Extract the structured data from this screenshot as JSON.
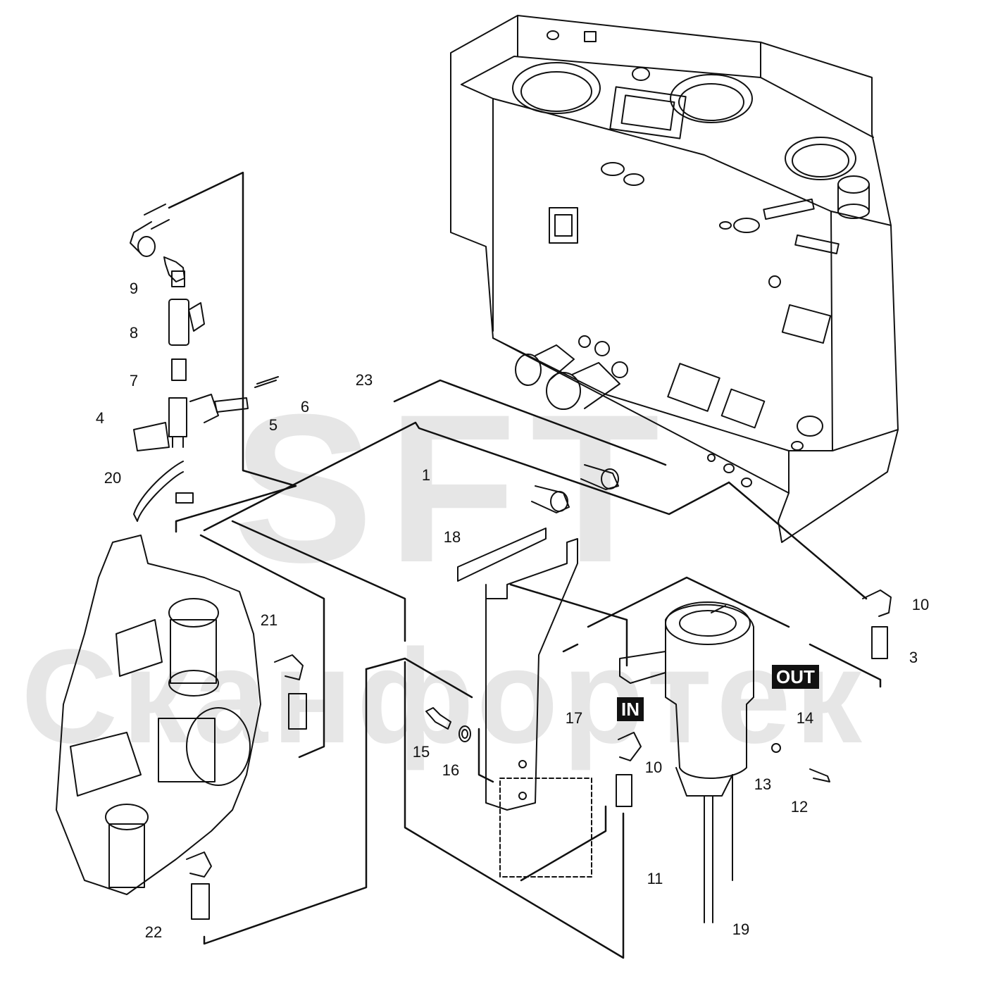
{
  "watermark": {
    "brand": "SFT",
    "brand_sub": "Сканфортек"
  },
  "flow_labels": {
    "in": "IN",
    "out": "OUT"
  },
  "callouts": [
    {
      "id": "1",
      "label": "1"
    },
    {
      "id": "3",
      "label": "3"
    },
    {
      "id": "4",
      "label": "4"
    },
    {
      "id": "5",
      "label": "5"
    },
    {
      "id": "6",
      "label": "6"
    },
    {
      "id": "7",
      "label": "7"
    },
    {
      "id": "8",
      "label": "8"
    },
    {
      "id": "9",
      "label": "9"
    },
    {
      "id": "10a",
      "label": "10"
    },
    {
      "id": "10b",
      "label": "10"
    },
    {
      "id": "11",
      "label": "11"
    },
    {
      "id": "12",
      "label": "12"
    },
    {
      "id": "13",
      "label": "13"
    },
    {
      "id": "14",
      "label": "14"
    },
    {
      "id": "15",
      "label": "15"
    },
    {
      "id": "16",
      "label": "16"
    },
    {
      "id": "17",
      "label": "17"
    },
    {
      "id": "18",
      "label": "18"
    },
    {
      "id": "19",
      "label": "19"
    },
    {
      "id": "20",
      "label": "20"
    },
    {
      "id": "21",
      "label": "21"
    },
    {
      "id": "22",
      "label": "22"
    },
    {
      "id": "23",
      "label": "23"
    }
  ],
  "colors": {
    "line": "#111111",
    "watermark": "#e4e4e4",
    "tag_bg": "#111111",
    "tag_text": "#ffffff"
  }
}
